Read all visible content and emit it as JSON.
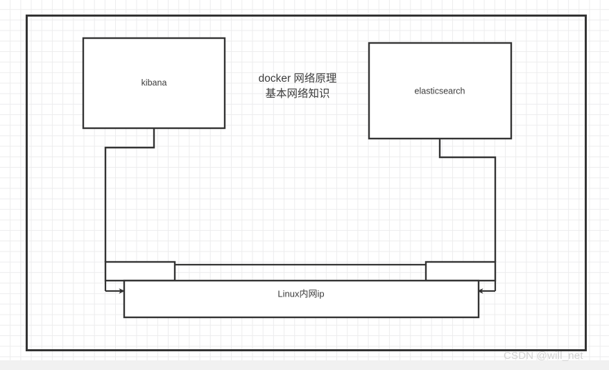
{
  "diagram": {
    "title_lines": [
      "docker 网络原理",
      "基本网络知识"
    ],
    "nodes": {
      "kibana": {
        "label": "kibana"
      },
      "elasticsearch": {
        "label": "elasticsearch"
      },
      "linux": {
        "label": "Linux内网ip"
      },
      "left_port": {
        "label": ""
      },
      "right_port": {
        "label": ""
      }
    },
    "colors": {
      "stroke": "#333333",
      "grid": "#ececed",
      "text": "#3b3b3b",
      "background": "#ffffff",
      "watermark": "#d2d2d2"
    }
  },
  "watermark": {
    "text": "CSDN @will_net"
  }
}
